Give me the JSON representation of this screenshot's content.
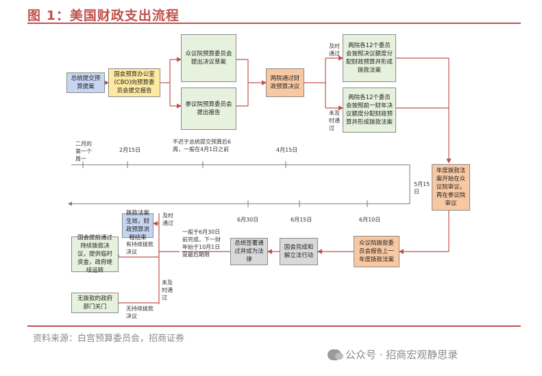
{
  "title": "图 1：美国财政支出流程",
  "colors": {
    "accent": "#c0504d",
    "blue": "#c6d6f0",
    "yellow": "#fde9a0",
    "green": "#e6f2dd",
    "orange": "#f8c8a2",
    "gray": "#d9d9d9"
  },
  "boxes": {
    "president_proposal": "总统提交预算提案",
    "cbo_report": "国会预算办公室(CBO)向预算委员会提交报告",
    "house_budget": "众议院预算委员会提出决议草案",
    "senate_budget": "参议院预算委员会提出报告",
    "pass_resolution": "两院通过财政预算决议",
    "approps_12_a": "两院各12个委员会按照决议额度分配财政预算并形成拨款法案",
    "approps_12_b": "两院各12个委员会按照前一财年决议额度分配财政预算并形成拨款法案",
    "bill_passes": "年度拨款法案开始在众议院审议，再在参议院审议",
    "committee_report": "众议院拨款委员会报告上一年度拨款法案",
    "reconcile": "国会完成和解立法行动",
    "president_sign": "总统签署通过并成为法律",
    "bill_takes_effect": "拨款法案生效，财政预算流程结束",
    "continuing_resolution": "国会提前通过持续拨款决议，提供临时资金，政府继续运转",
    "shutdown": "无拨款的政府部门关门"
  },
  "labels": {
    "passed_in_time": "及时通过",
    "not_passed_in_time": "未及时通过",
    "passed_in_time_2": "及时通过",
    "not_passed_in_time_2": "未及时通过",
    "with_cr": "有持续拨款决议",
    "without_cr": "无持续拨款决议",
    "deadline_note": "一般于6月30日前完成，下一财年始于10月1日是最后期限",
    "budget_note": "不迟于总统提交预算后6周，一般在4月1日之前"
  },
  "timeline": {
    "t1": "二月的第一个周一",
    "t2": "2月15日",
    "t3": "4月15日",
    "t4": "5月15日",
    "t5": "6月10日",
    "t6": "6月15日",
    "t7": "6月30日"
  },
  "footer": {
    "source": "资料来源：白宫预算委员会，招商证券",
    "watermark": "公众号 · 招商宏观静思录"
  }
}
